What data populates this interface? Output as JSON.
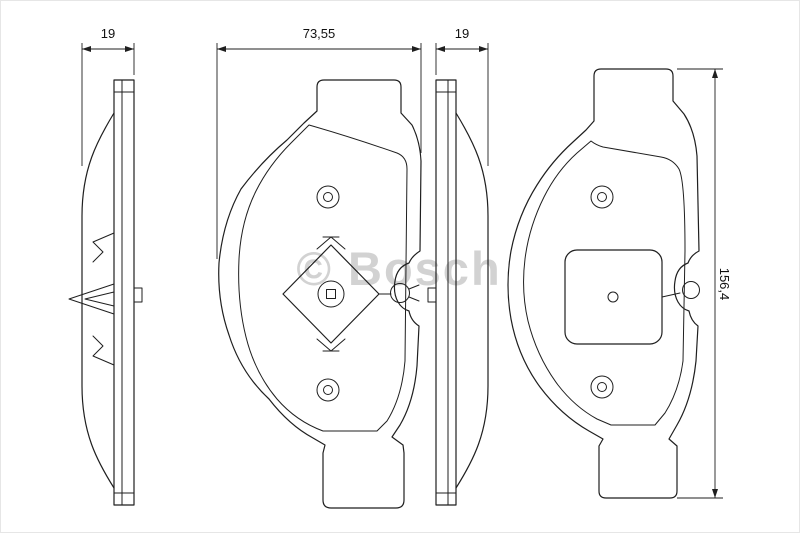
{
  "drawing": {
    "watermark": "© Bosch",
    "watermark_color": "#c4c4c4",
    "line_color": "#1f1f1f",
    "background": "#ffffff"
  },
  "dimensions": {
    "left_thickness": "19",
    "pad_width": "73,55",
    "right_thickness": "19",
    "pad_height": "156,4"
  }
}
